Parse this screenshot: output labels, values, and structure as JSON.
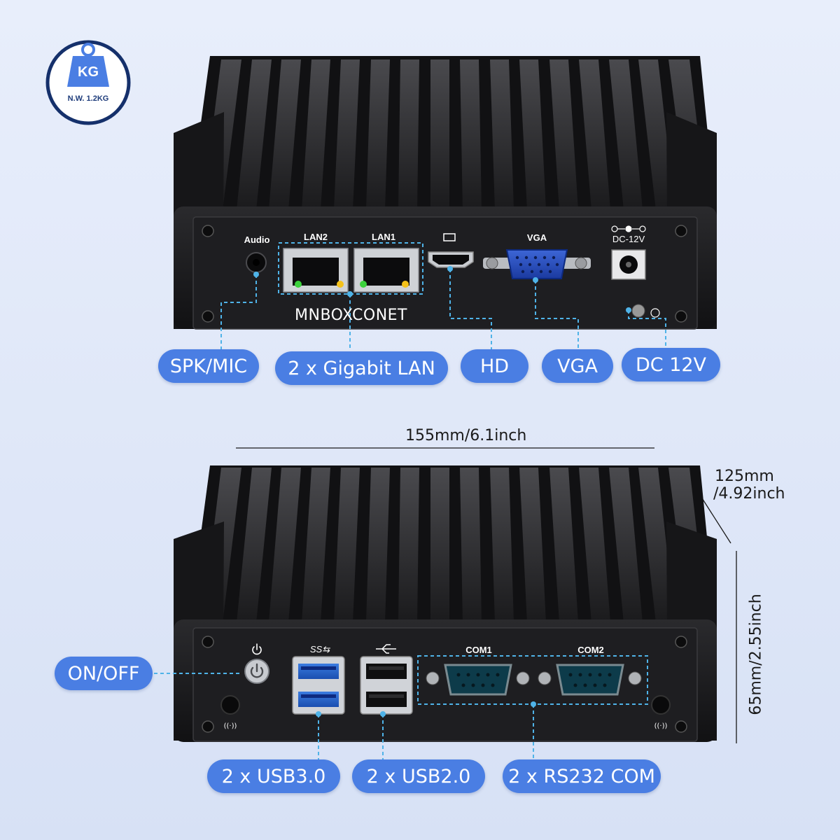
{
  "weight_badge": {
    "unit": "KG",
    "caption": "N.W. 1.2KG"
  },
  "top_device": {
    "port_labels": {
      "audio": "Audio",
      "lan2": "LAN2",
      "lan1": "LAN1",
      "vga": "VGA",
      "dc": "DC-12V"
    },
    "brand": "MNBOXCONET"
  },
  "top_callouts": [
    "SPK/MIC",
    "2 x Gigabit LAN",
    "HD",
    "VGA",
    "DC 12V"
  ],
  "dimensions": {
    "width": "155mm/6.1inch",
    "depth_line1": "125mm",
    "depth_line2": "/4.92inch",
    "height": "65mm/2.55inch"
  },
  "bottom_device": {
    "port_labels": {
      "com1": "COM1",
      "com2": "COM2",
      "usb3_logo": "SS⇆"
    }
  },
  "bottom_callouts": {
    "power": "ON/OFF",
    "usb3": "2 x USB3.0",
    "usb2": "2 x USB2.0",
    "com": "2 x RS232 COM"
  },
  "colors": {
    "accent": "#4a7ee3",
    "background": "#e3eafa",
    "chassis": "#1c1c1e",
    "leader_line": "#4fb3e8"
  }
}
